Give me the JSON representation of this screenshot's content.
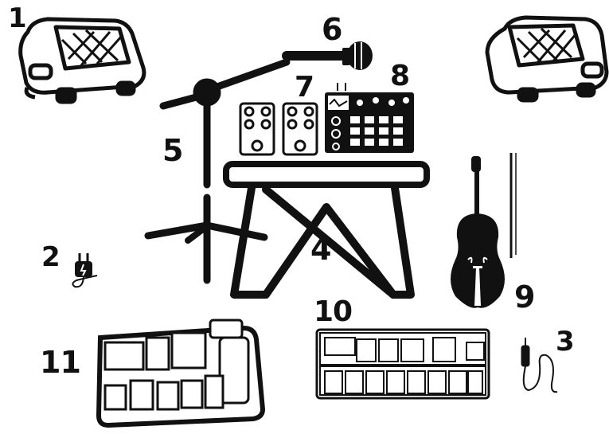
{
  "labels": {
    "monitor_left": "1",
    "power_plug": "2",
    "instrument_cable": "3",
    "keyboard_stand": "4",
    "mic_stand": "5",
    "microphone": "6",
    "effect_pedals": "7",
    "drum_machine": "8",
    "violin": "9",
    "pedalboard_large": "10",
    "pedalboard_small": "11"
  },
  "icons": {
    "monitor_left": "stage-monitor-speaker-icon",
    "monitor_right": "stage-monitor-speaker-icon",
    "power_plug": "power-plug-icon",
    "instrument_cable": "instrument-cable-icon",
    "keyboard_stand": "keyboard-stand-icon",
    "mic_stand": "boom-mic-stand-icon",
    "microphone": "microphone-icon",
    "effect_pedals": "effect-pedal-icon",
    "drum_machine": "drum-machine-icon",
    "violin": "violin-icon",
    "pedalboard_large": "pedalboard-icon",
    "pedalboard_small": "pedalboard-icon"
  },
  "colors": {
    "ink": "#111111",
    "background": "#ffffff"
  }
}
